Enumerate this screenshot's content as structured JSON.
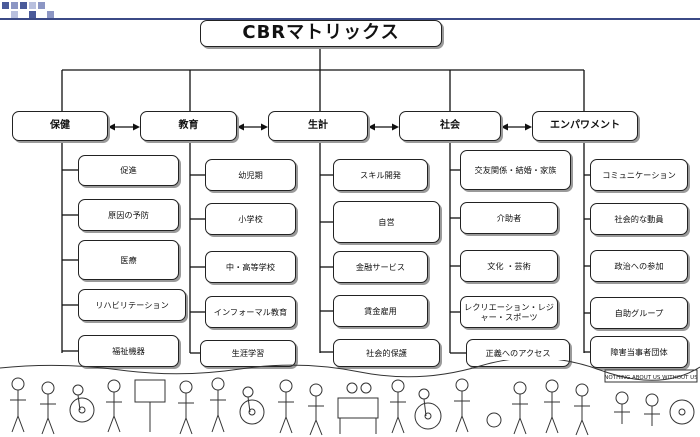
{
  "title": "CBRマトリックス",
  "columns": [
    {
      "label": "保健",
      "items": [
        "促進",
        "原因の予防",
        "医療",
        "リハビリテーション",
        "福祉機器"
      ]
    },
    {
      "label": "教育",
      "items": [
        "幼児期",
        "小学校",
        "中・高等学校",
        "インフォーマル教育",
        "生涯学習"
      ]
    },
    {
      "label": "生計",
      "items": [
        "スキル開発",
        "自営",
        "金融サービス",
        "賃金雇用",
        "社会的保護"
      ]
    },
    {
      "label": "社会",
      "items": [
        "交友関係・結婚・家族",
        "介助者",
        "文化 ・芸術",
        "レクリエーション・レジャー・スポーツ",
        "正義へのアクセス"
      ]
    },
    {
      "label": "エンパワメント",
      "items": [
        "コミュニケーション",
        "社会的な動員",
        "政治への参加",
        "自助グループ",
        "障害当事者団体"
      ]
    }
  ],
  "illustration": {
    "banner_text": "NOTHING ABOUT US WITHOUT US"
  },
  "colors": {
    "rule": "#3b4a86",
    "border": "#222222",
    "shadow": "#9a9a9a"
  }
}
